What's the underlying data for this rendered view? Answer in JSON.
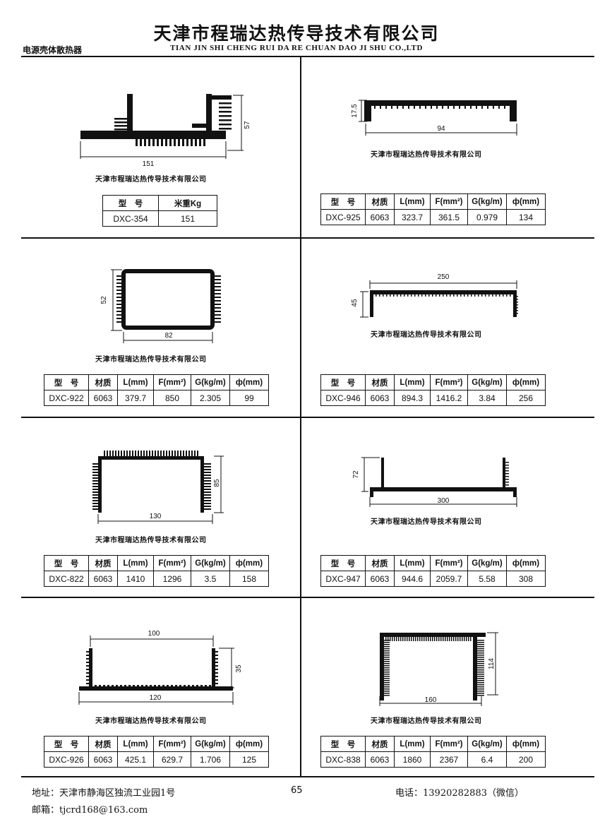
{
  "header": {
    "title": "天津市程瑞达热传导技术有限公司",
    "subtitle": "TIAN JIN SHI CHENG RUI DA RE CHUAN DAO JI SHU CO.,LTD",
    "category": "电源壳体散热器"
  },
  "caption": "天津市程瑞达热传导技术有限公司",
  "th": {
    "model": "型　号",
    "weight": "米重Kg",
    "material": "材质",
    "L": "L(mm)",
    "F": "F(mm²)",
    "G": "G(kg/m)",
    "phi": "ф(mm)"
  },
  "products": [
    {
      "model": "DXC-354",
      "weight": "151",
      "dims": [
        "151",
        "57"
      ]
    },
    {
      "model": "DXC-925",
      "material": "6063",
      "L": "323.7",
      "F": "361.5",
      "G": "0.979",
      "phi": "134",
      "dims": [
        "94",
        "17.5"
      ]
    },
    {
      "model": "DXC-922",
      "material": "6063",
      "L": "379.7",
      "F": "850",
      "G": "2.305",
      "phi": "99",
      "dims": [
        "82",
        "52"
      ]
    },
    {
      "model": "DXC-946",
      "material": "6063",
      "L": "894.3",
      "F": "1416.2",
      "G": "3.84",
      "phi": "256",
      "dims": [
        "250",
        "45"
      ]
    },
    {
      "model": "DXC-822",
      "material": "6063",
      "L": "1410",
      "F": "1296",
      "G": "3.5",
      "phi": "158",
      "dims": [
        "130",
        "85"
      ]
    },
    {
      "model": "DXC-947",
      "material": "6063",
      "L": "944.6",
      "F": "2059.7",
      "G": "5.58",
      "phi": "308",
      "dims": [
        "300",
        "72"
      ]
    },
    {
      "model": "DXC-926",
      "material": "6063",
      "L": "425.1",
      "F": "629.7",
      "G": "1.706",
      "phi": "125",
      "dims": [
        "100",
        "35",
        "120"
      ]
    },
    {
      "model": "DXC-838",
      "material": "6063",
      "L": "1860",
      "F": "2367",
      "G": "6.4",
      "phi": "200",
      "dims": [
        "160",
        "114"
      ]
    }
  ],
  "footer": {
    "address": "地址：天津市静海区独流工业园1号",
    "email": "邮箱：tjcrd168@163.com",
    "page": "65",
    "phone": "电话：13920282883（微信）"
  }
}
